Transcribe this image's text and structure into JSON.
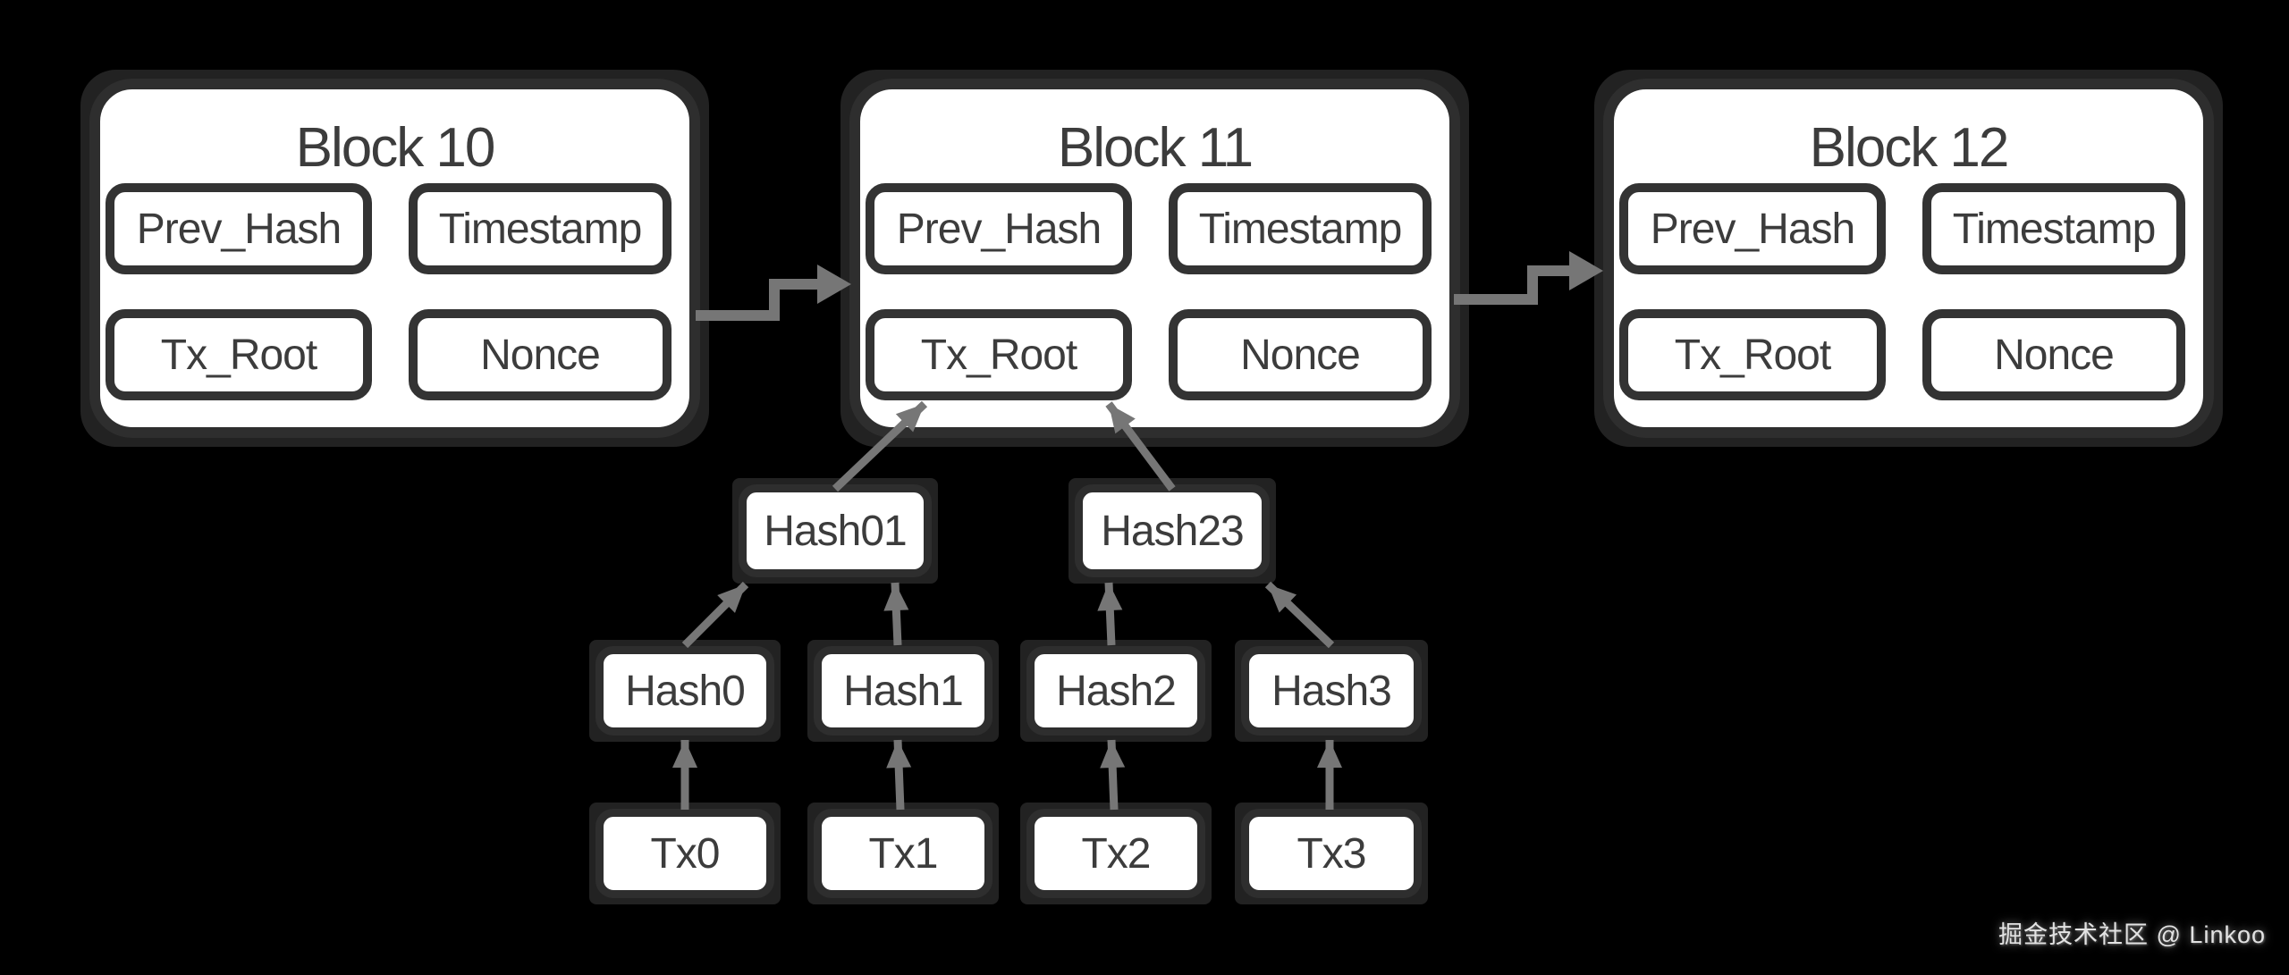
{
  "diagram": {
    "blocks": [
      {
        "title": "Block 10",
        "fields": [
          "Prev_Hash",
          "Timestamp",
          "Tx_Root",
          "Nonce"
        ]
      },
      {
        "title": "Block 11",
        "fields": [
          "Prev_Hash",
          "Timestamp",
          "Tx_Root",
          "Nonce"
        ]
      },
      {
        "title": "Block 12",
        "fields": [
          "Prev_Hash",
          "Timestamp",
          "Tx_Root",
          "Nonce"
        ]
      }
    ],
    "merkle_tree": {
      "parents": [
        "Hash01",
        "Hash23"
      ],
      "hashes": [
        "Hash0",
        "Hash1",
        "Hash2",
        "Hash3"
      ],
      "transactions": [
        "Tx0",
        "Tx1",
        "Tx2",
        "Tx3"
      ]
    },
    "connections": [
      {
        "from": "Block 10",
        "to": "Block 11"
      },
      {
        "from": "Block 11",
        "to": "Block 12"
      },
      {
        "from": "Hash01",
        "to": "Tx_Root"
      },
      {
        "from": "Hash23",
        "to": "Tx_Root"
      },
      {
        "from": "Hash0",
        "to": "Hash01"
      },
      {
        "from": "Hash1",
        "to": "Hash01"
      },
      {
        "from": "Hash2",
        "to": "Hash23"
      },
      {
        "from": "Hash3",
        "to": "Hash23"
      },
      {
        "from": "Tx0",
        "to": "Hash0"
      },
      {
        "from": "Tx1",
        "to": "Hash1"
      },
      {
        "from": "Tx2",
        "to": "Hash2"
      },
      {
        "from": "Tx3",
        "to": "Hash3"
      }
    ]
  },
  "watermark": {
    "text": "掘金技术社区 @ Linkoo"
  },
  "colors": {
    "background": "#000000",
    "box_fill": "#ffffff",
    "box_border": "#2e2e2e",
    "field_border": "#333333",
    "halo": "#222222",
    "text": "#3c3c3c",
    "arrow": "#767676",
    "watermark_text": "#e3e3e3"
  }
}
